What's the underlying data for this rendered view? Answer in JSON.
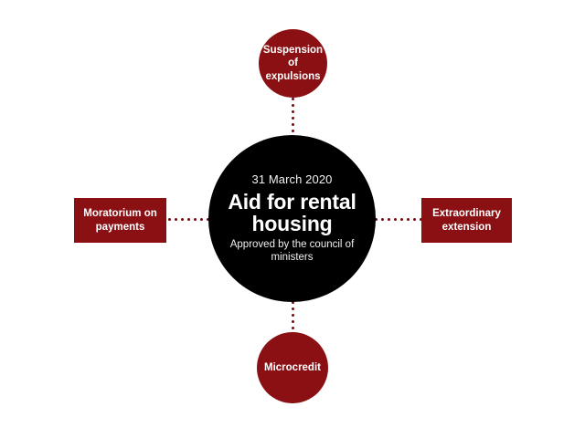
{
  "diagram": {
    "type": "hub-and-spoke",
    "background_color": "#ffffff",
    "center": {
      "shape": "circle",
      "fill_color": "#000000",
      "text_color": "#ffffff",
      "date": "31 March 2020",
      "title": "Aid for rental housing",
      "subtitle": "Approved by the council of ministers"
    },
    "connector": {
      "style": "dotted",
      "color": "#7E1015"
    },
    "nodes": [
      {
        "id": "suspension-of-expulsions",
        "position": "top",
        "shape": "circle",
        "fill_color": "#8B1013",
        "text_color": "#ffffff",
        "label": "Suspension of expulsions"
      },
      {
        "id": "moratorium-on-payments",
        "position": "left",
        "shape": "rectangle",
        "fill_color": "#8B1013",
        "text_color": "#ffffff",
        "label": "Moratorium on payments"
      },
      {
        "id": "extraordinary-extension",
        "position": "right",
        "shape": "rectangle",
        "fill_color": "#8B1013",
        "text_color": "#ffffff",
        "label": "Extraordinary extension"
      },
      {
        "id": "microcredit",
        "position": "bottom",
        "shape": "circle",
        "fill_color": "#8B1013",
        "text_color": "#ffffff",
        "label": "Microcredit"
      }
    ]
  }
}
